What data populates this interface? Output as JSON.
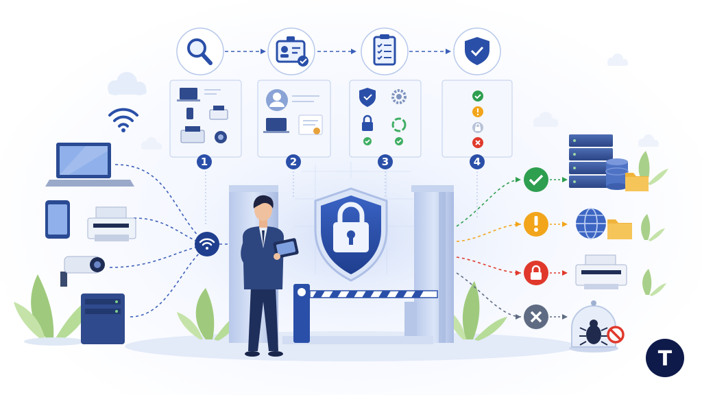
{
  "steps": [
    {
      "number": "1",
      "stage_icon": "magnifier-icon",
      "panel_content": "device-inventory"
    },
    {
      "number": "2",
      "stage_icon": "id-badge-icon",
      "panel_content": "identity-verification"
    },
    {
      "number": "3",
      "stage_icon": "clipboard-checklist-icon",
      "panel_content": "policy-check"
    },
    {
      "number": "4",
      "stage_icon": "shield-check-icon",
      "panel_content": "access-decision"
    }
  ],
  "left_devices": [
    "laptop-icon",
    "smartphone-icon",
    "printer-icon",
    "security-camera-icon",
    "server-tower-icon"
  ],
  "outcomes": [
    {
      "status": "allowed",
      "status_icon": "check-circle-icon",
      "target": "server-database-folder",
      "color": "#2e9e4f"
    },
    {
      "status": "warning",
      "status_icon": "exclamation-circle-icon",
      "target": "globe-folder",
      "color": "#f2a51a"
    },
    {
      "status": "locked",
      "status_icon": "lock-circle-icon",
      "target": "printer",
      "color": "#e0392c"
    },
    {
      "status": "blocked",
      "status_icon": "x-circle-icon",
      "target": "quarantined-bug",
      "color": "#5e6b82"
    }
  ],
  "brand": {
    "letter": "T",
    "color": "#0e1a4a"
  },
  "colors": {
    "primary": "#2a4fa8",
    "accent": "#3b6fd6",
    "light": "#d9e4f8"
  }
}
